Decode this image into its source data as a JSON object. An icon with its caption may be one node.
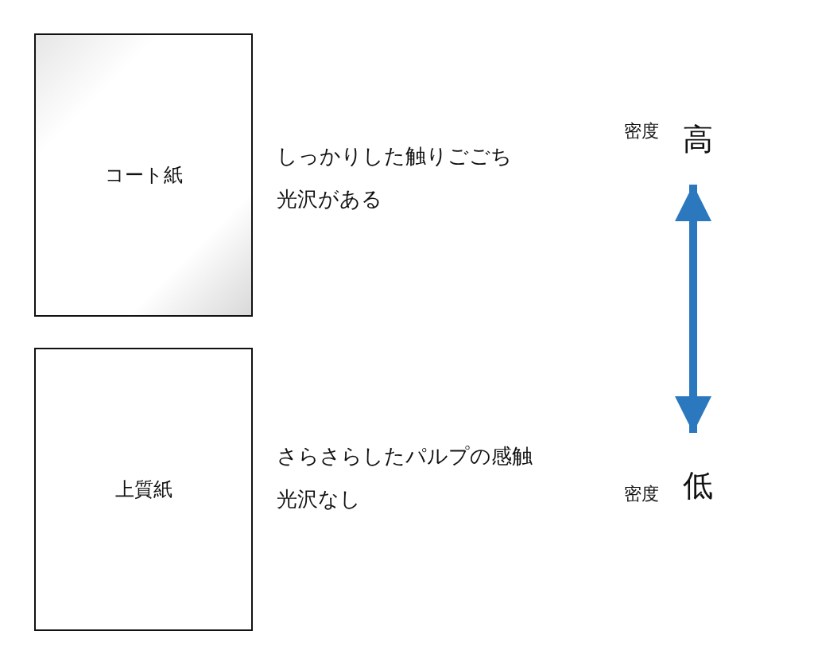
{
  "diagram": {
    "nodes": [
      {
        "text": [
          "コート紙"
        ],
        "beside": [
          "しっかりした触りごごち",
          "光沢がある"
        ]
      },
      {
        "text": [
          "上質紙"
        ],
        "beside": [
          "さらさらしたパルプの感触",
          "光沢なし"
        ]
      },
      {
        "text": [
          "密度",
          "高"
        ]
      },
      {
        "text": [
          "密度",
          "低"
        ]
      }
    ],
    "edges": [
      {
        "from": 2,
        "to": 3,
        "arrow": "both",
        "color": "#2b78be"
      }
    ]
  }
}
